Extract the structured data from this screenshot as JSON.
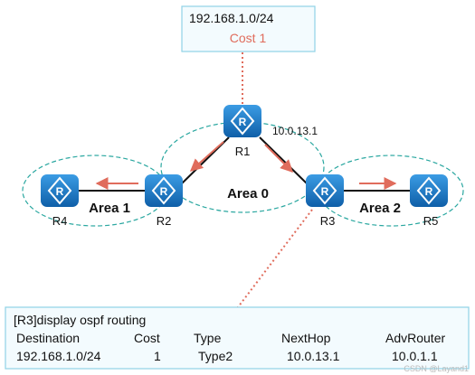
{
  "top_box": {
    "network": "192.168.1.0/24",
    "cost": "Cost 1"
  },
  "routers": {
    "r1": "R1",
    "r2": "R2",
    "r3": "R3",
    "r4": "R4",
    "r5": "R5"
  },
  "areas": {
    "area0": "Area 0",
    "area1": "Area 1",
    "area2": "Area 2"
  },
  "link_label": "10.0.13.1",
  "bottom_box": {
    "command": "[R3]display ospf routing",
    "headers": [
      "Destination",
      "Cost",
      "Type",
      "NextHop",
      "AdvRouter"
    ],
    "row": [
      "192.168.1.0/24",
      "1",
      "Type2",
      "10.0.13.1",
      "10.0.1.1"
    ]
  },
  "watermark": "CSDN @Layand1",
  "colors": {
    "box_border": "#8fd3e6",
    "box_fill": "#f3fbfe",
    "area_dash": "#2aa7a0",
    "arrow": "#e06c5c",
    "router_fill": "#1e7fc9",
    "link": "#111111"
  }
}
